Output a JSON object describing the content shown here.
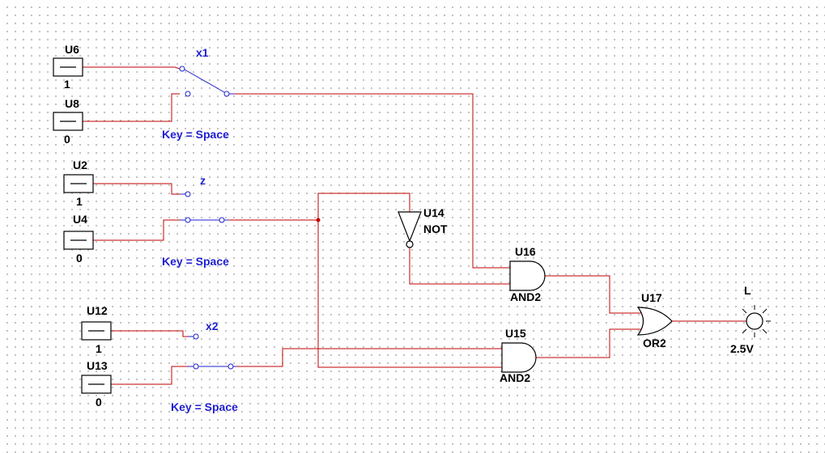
{
  "sources": {
    "u6": {
      "ref": "U6",
      "value": "1"
    },
    "u8": {
      "ref": "U8",
      "value": "0"
    },
    "u2": {
      "ref": "U2",
      "value": "1"
    },
    "u4": {
      "ref": "U4",
      "value": "0"
    },
    "u12": {
      "ref": "U12",
      "value": "1"
    },
    "u13": {
      "ref": "U13",
      "value": "0"
    }
  },
  "switches": {
    "x1": {
      "name": "x1",
      "key": "Key = Space"
    },
    "z": {
      "name": "z",
      "key": "Key = Space"
    },
    "x2": {
      "name": "x2",
      "key": "Key = Space"
    }
  },
  "gates": {
    "u14": {
      "ref": "U14",
      "type": "NOT"
    },
    "u16": {
      "ref": "U16",
      "type": "AND2"
    },
    "u15": {
      "ref": "U15",
      "type": "AND2"
    },
    "u17": {
      "ref": "U17",
      "type": "OR2"
    }
  },
  "lamp": {
    "ref": "L",
    "value": "2.5V"
  },
  "colors": {
    "wire_red": "#c00000",
    "wire_blue": "#1f1fd0",
    "grid_dot": "#b9b9b9"
  }
}
